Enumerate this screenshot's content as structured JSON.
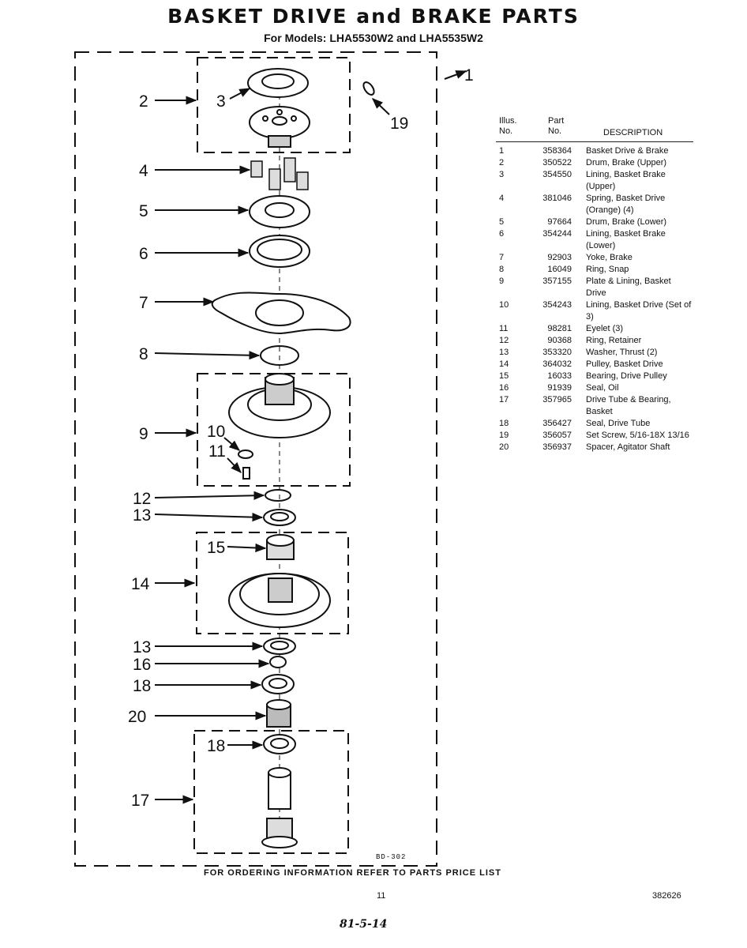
{
  "header": {
    "title": "BASKET DRIVE and BRAKE PARTS",
    "subtitle": "For Models: LHA5530W2 and LHA5535W2"
  },
  "figure": {
    "code": "BD-302",
    "callouts": [
      "1",
      "2",
      "3",
      "4",
      "5",
      "6",
      "7",
      "8",
      "9",
      "10",
      "11",
      "12",
      "13",
      "14",
      "15",
      "13",
      "16",
      "18",
      "20",
      "18",
      "17",
      "19"
    ]
  },
  "table": {
    "headers": {
      "illus": "Illus.",
      "illus2": "No.",
      "part": "Part",
      "part2": "No.",
      "desc": "DESCRIPTION"
    },
    "rows": [
      {
        "illus": "1",
        "part": "358364",
        "desc": "Basket Drive & Brake"
      },
      {
        "illus": "2",
        "part": "350522",
        "desc": "Drum, Brake (Upper)"
      },
      {
        "illus": "3",
        "part": "354550",
        "desc": "Lining, Basket Brake (Upper)"
      },
      {
        "illus": "4",
        "part": "381046",
        "desc": "Spring, Basket Drive (Orange) (4)"
      },
      {
        "illus": "5",
        "part": "97664",
        "desc": "Drum, Brake (Lower)"
      },
      {
        "illus": "6",
        "part": "354244",
        "desc": "Lining, Basket Brake (Lower)"
      },
      {
        "illus": "7",
        "part": "92903",
        "desc": "Yoke, Brake"
      },
      {
        "illus": "8",
        "part": "16049",
        "desc": "Ring, Snap"
      },
      {
        "illus": "9",
        "part": "357155",
        "desc": "Plate & Lining, Basket Drive"
      },
      {
        "illus": "10",
        "part": "354243",
        "desc": "Lining, Basket Drive (Set of 3)"
      },
      {
        "illus": "11",
        "part": "98281",
        "desc": "Eyelet (3)"
      },
      {
        "illus": "12",
        "part": "90368",
        "desc": "Ring, Retainer"
      },
      {
        "illus": "13",
        "part": "353320",
        "desc": "Washer, Thrust (2)"
      },
      {
        "illus": "14",
        "part": "364032",
        "desc": "Pulley, Basket Drive"
      },
      {
        "illus": "15",
        "part": "16033",
        "desc": "Bearing, Drive Pulley"
      },
      {
        "illus": "16",
        "part": "91939",
        "desc": "Seal, Oil"
      },
      {
        "illus": "17",
        "part": "357965",
        "desc": "Drive Tube & Bearing, Basket"
      },
      {
        "illus": "18",
        "part": "356427",
        "desc": "Seal, Drive Tube"
      },
      {
        "illus": "19",
        "part": "356057",
        "desc": "Set Screw, 5/16-18X 13/16"
      },
      {
        "illus": "20",
        "part": "356937",
        "desc": "Spacer, Agitator Shaft"
      }
    ]
  },
  "footer": {
    "note": "FOR ORDERING INFORMATION REFER TO PARTS PRICE LIST",
    "page": "11",
    "doc_number": "382626",
    "handwritten": "81-5-14"
  }
}
